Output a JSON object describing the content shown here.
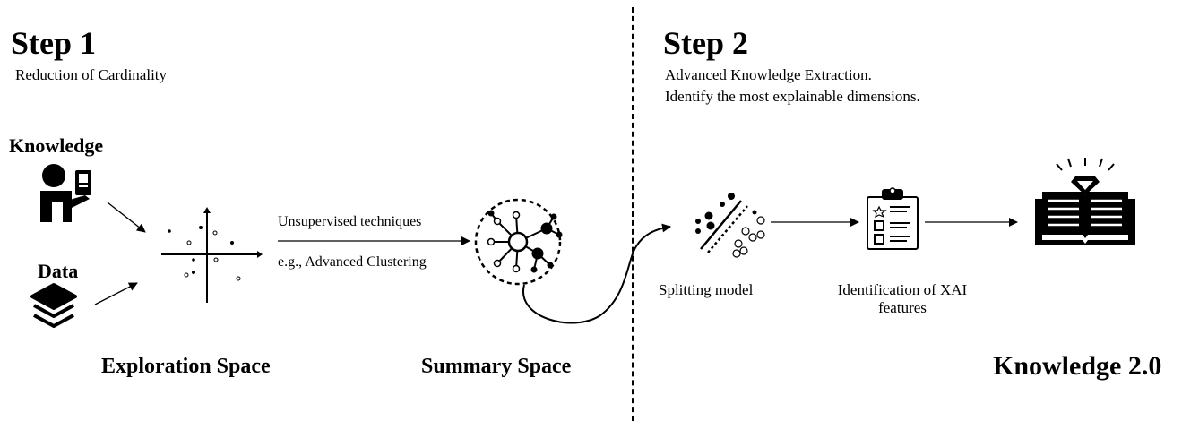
{
  "step1": {
    "title": "Step 1",
    "subtitle": "Reduction of Cardinality",
    "knowledge_label": "Knowledge",
    "data_label": "Data",
    "exploration_label": "Exploration Space",
    "technique_line1": "Unsupervised techniques",
    "technique_line2": "e.g., Advanced Clustering",
    "summary_label": "Summary Space"
  },
  "step2": {
    "title": "Step 2",
    "subtitle_line1": "Advanced Knowledge Extraction.",
    "subtitle_line2": "Identify the most explainable dimensions.",
    "splitting_label": "Splitting model",
    "xai_line1": "Identification of XAI",
    "xai_line2": "features",
    "output_label": "Knowledge 2.0"
  },
  "icons": [
    "person-with-device-icon",
    "stacked-layers-icon",
    "scatter-plot-icon",
    "network-hub-icon",
    "split-dots-icon",
    "clipboard-checklist-icon",
    "open-book-gem-icon"
  ]
}
